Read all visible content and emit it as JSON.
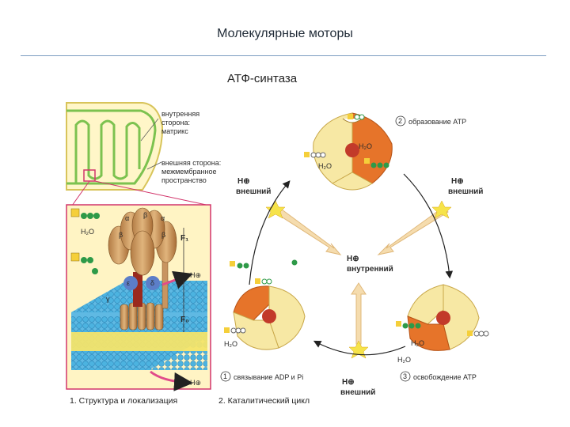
{
  "slide": {
    "title": "Молекулярные моторы",
    "subtitle": "АТФ-синтаза"
  },
  "figure": {
    "mito_labels": {
      "inner_1": "внутренняя",
      "inner_2": "сторона:",
      "inner_3": "матрикс",
      "outer_1": "внешняя сторона:",
      "outer_2": "межмембранное",
      "outer_3": "пространство"
    },
    "panel1": {
      "f1": "F₁",
      "f0": "F₀",
      "alpha": "α",
      "beta": "β",
      "gamma": "γ",
      "epsilon": "ε",
      "delta": "δ",
      "h2o": "H₂O",
      "h_plus": "H⊕"
    },
    "cycle": {
      "h_plus": "H⊕",
      "outer": "внешний",
      "inner": "внутренний",
      "h2o": "H₂O",
      "step1_num": "1",
      "step1": "связывание ADP и Pi",
      "step2_num": "2",
      "step2": "образование АТР",
      "step3_num": "3",
      "step3": "освобождение АТР"
    },
    "captions": {
      "c1": "1. Структура и локализация",
      "c2": "2. Каталитический цикл"
    },
    "colors": {
      "pale_yellow": "#f7e8a4",
      "orange": "#e6742a",
      "membrane_blue": "#5fb9e3",
      "membrane_yellow": "#f3e46a",
      "subunit_tan": "#cfa06a",
      "arrow_fill": "#f5dcae"
    }
  }
}
